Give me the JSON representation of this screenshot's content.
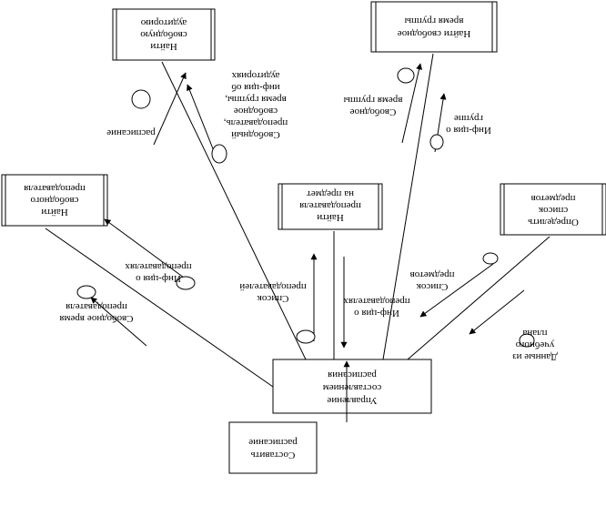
{
  "boxes": {
    "compose": [
      "Составить",
      "расписание"
    ],
    "manage": [
      "Управление",
      "составлением",
      "расписания"
    ],
    "find_teacher_subject": [
      "Найти",
      "преподавателя",
      "на предмет"
    ],
    "define_subjects": [
      "Определить",
      "список",
      "предметов"
    ],
    "find_free_teacher": [
      "Найти",
      "свободного",
      "преподавателя"
    ],
    "find_free_room": [
      "Найти",
      "свободную",
      "аудиторию"
    ],
    "find_free_time": [
      "Найти свободное",
      "время группы"
    ]
  },
  "flows": {
    "free_teacher_time": [
      "Свободное время",
      "преподавателя"
    ],
    "teacher_info": [
      "Инф-ция о",
      "преподавателях"
    ],
    "teacher_list": [
      "Список",
      "преподавателей"
    ],
    "teacher_info2": [
      "Инф-ция о",
      "преподавателях"
    ],
    "subject_list": [
      "Список",
      "предметов"
    ],
    "curriculum_data": [
      "Данные из",
      "учебного",
      "плана"
    ],
    "free_group_time": [
      "Свободное",
      "время группы"
    ],
    "group_info": [
      "Инф-ция о",
      "группе"
    ],
    "schedule": [
      "расписание"
    ],
    "room_inputs": [
      "Свободный",
      "преподаватель,",
      "свободное",
      "время группы,",
      "инф-ция об",
      "аудиториях"
    ]
  }
}
